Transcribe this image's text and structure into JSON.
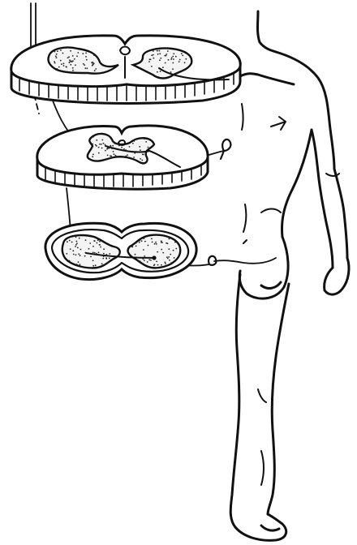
{
  "figure": {
    "background": "#ffffff",
    "ink_color": "#111111",
    "gray_matter_fill": "#f4f4f4",
    "stipple_color": "#222222",
    "spinal_sections": [
      {
        "level": "upper",
        "stipple_dots": 90
      },
      {
        "level": "middle",
        "stipple_dots": 60
      },
      {
        "level": "lower",
        "stipple_dots": 110
      }
    ]
  }
}
